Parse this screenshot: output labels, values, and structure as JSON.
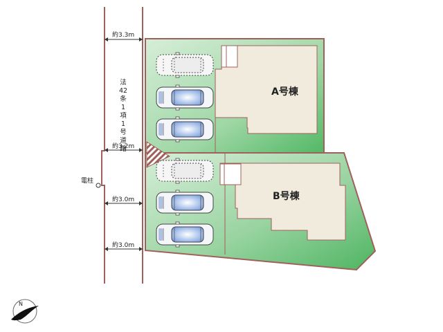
{
  "buildings": [
    {
      "name": "A号棟"
    },
    {
      "name": "B号棟"
    }
  ],
  "road": {
    "label_chars": [
      "法",
      "42",
      "条",
      "1",
      "項",
      "1",
      "号",
      "道",
      "路"
    ]
  },
  "dimensions": [
    "約3.3m",
    "約3.2m",
    "約3.0m",
    "約3.0m"
  ],
  "pole_label": "電柱",
  "parking": [
    {
      "style": "dotted"
    },
    {
      "style": "solid"
    },
    {
      "style": "solid"
    },
    {
      "style": "dotted"
    },
    {
      "style": "solid"
    },
    {
      "style": "solid"
    }
  ],
  "colors": {
    "lot_green_light": "#cfe9d2",
    "lot_green_dark": "#5bbd6e",
    "building_fill": "#f1ebdd",
    "boundary": "#a0605a",
    "car_blue": "#8fb0e6"
  },
  "compass": {
    "label": "N"
  }
}
